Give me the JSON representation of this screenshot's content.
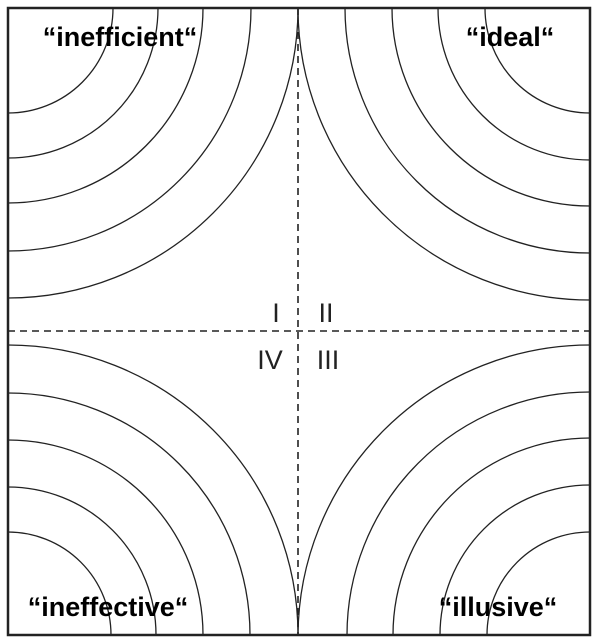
{
  "labels": {
    "top_left": "“inefficient“",
    "top_right": "“ideal“",
    "bottom_left": "“ineffective“",
    "bottom_right": "“illusive“"
  },
  "quadrant_numerals": {
    "top_left": "I",
    "top_right": "II",
    "bottom_right": "III",
    "bottom_left": "IV"
  },
  "colors": {
    "line": "#222222",
    "background": "#ffffff"
  }
}
